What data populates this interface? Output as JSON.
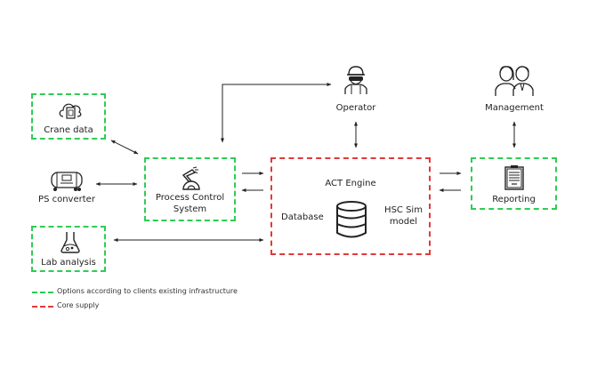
{
  "nodes": {
    "crane_data": {
      "label": "Crane data",
      "icon": "cloud-document-icon",
      "group": "options"
    },
    "ps_converter": {
      "label": "PS converter",
      "icon": "converter-tank-icon",
      "group": "none"
    },
    "lab_analysis": {
      "label": "Lab analysis",
      "icon": "flask-icon",
      "group": "options"
    },
    "process_control": {
      "label_line1": "Process Control",
      "label_line2": "System",
      "icon": "robot-arm-icon",
      "group": "options"
    },
    "operator": {
      "label": "Operator",
      "icon": "worker-icon",
      "group": "none"
    },
    "act_engine": {
      "title": "ACT Engine",
      "left": "Database",
      "right_line1": "HSC Sim",
      "right_line2": "model",
      "icon": "database-icon",
      "group": "core"
    },
    "management": {
      "label": "Management",
      "icon": "people-icon",
      "group": "none"
    },
    "reporting": {
      "label": "Reporting",
      "icon": "clipboard-icon",
      "group": "options"
    }
  },
  "edges": [
    {
      "from": "crane_data",
      "to": "process_control",
      "direction": "both"
    },
    {
      "from": "ps_converter",
      "to": "process_control",
      "direction": "both"
    },
    {
      "from": "process_control",
      "to": "operator",
      "direction": "both"
    },
    {
      "from": "process_control",
      "to": "act_engine",
      "direction": "to"
    },
    {
      "from": "act_engine",
      "to": "process_control",
      "direction": "to"
    },
    {
      "from": "lab_analysis",
      "to": "act_engine",
      "direction": "both"
    },
    {
      "from": "operator",
      "to": "act_engine",
      "direction": "both"
    },
    {
      "from": "act_engine",
      "to": "reporting",
      "direction": "to"
    },
    {
      "from": "reporting",
      "to": "act_engine",
      "direction": "to"
    },
    {
      "from": "management",
      "to": "reporting",
      "direction": "both"
    }
  ],
  "legend": [
    {
      "label": "Options according to clients existing infrastructure",
      "color": "#2ecc55"
    },
    {
      "label": "Core supply",
      "color": "#e03a3a"
    }
  ],
  "colors": {
    "options": "#2ecc55",
    "core": "#e03a3a",
    "line": "#222222"
  }
}
